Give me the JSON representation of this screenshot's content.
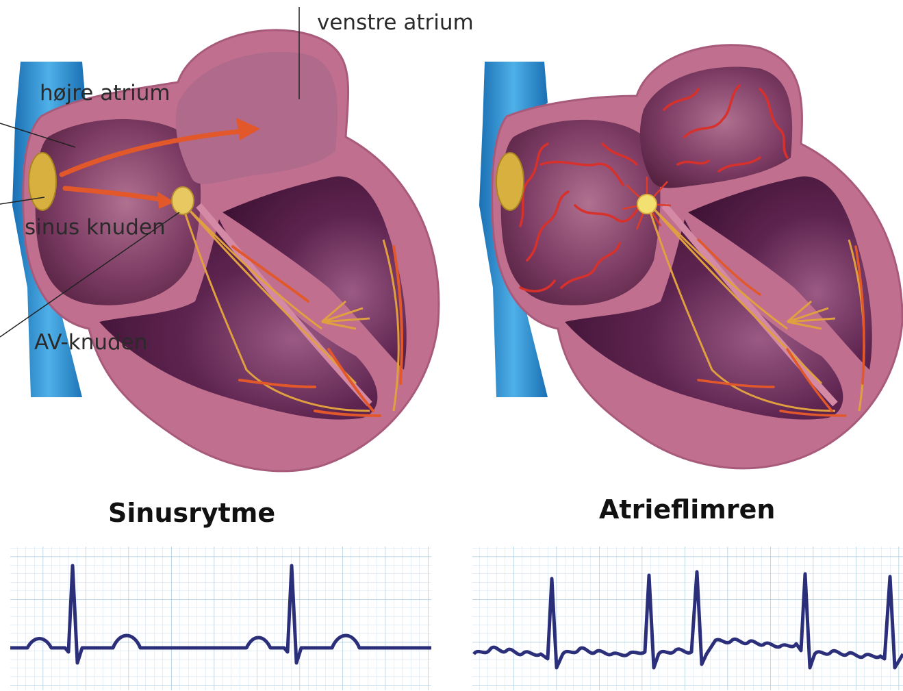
{
  "labels": {
    "left_atrium": "venstre atrium",
    "right_atrium": "højre atrium",
    "sinus_node": "sinus knuden",
    "av_node": "AV-knuden"
  },
  "ecg": {
    "left_title": "Sinusrytme",
    "right_title": "Atrieflimren"
  },
  "colors": {
    "vein": "#2a8fd0",
    "heart_wall": "#c0708e",
    "chamber": "#6a2a52",
    "node": "#d8b040",
    "impulse": "#e05a28",
    "ecg_trace": "#2b2f7a",
    "ecg_grid": "#b9d3e6"
  }
}
